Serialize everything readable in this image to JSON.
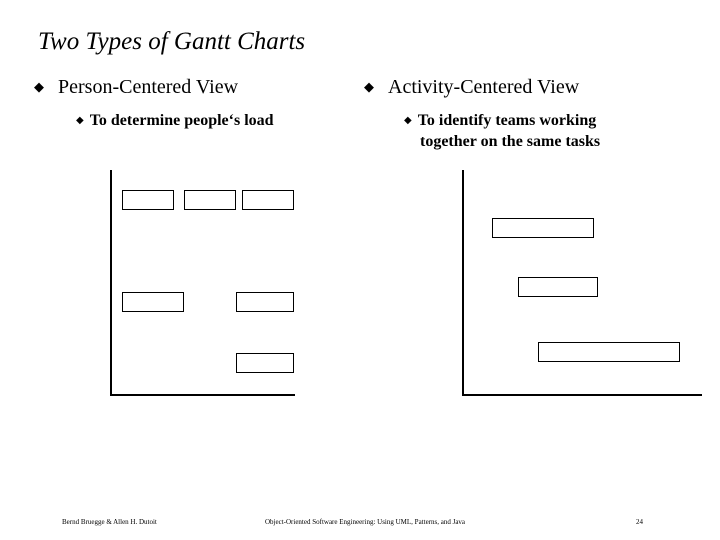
{
  "slide": {
    "title": "Two Types of Gantt Charts",
    "left": {
      "bullet": "Person-Centered View",
      "sub": "To determine people‘s load"
    },
    "right": {
      "bullet": "Activity-Centered View",
      "sub_line1": "To identify teams working",
      "sub_line2": "together on the same tasks"
    },
    "left_chart": {
      "rows": [
        "",
        "",
        "",
        ""
      ],
      "bars": [
        {
          "label": "",
          "row": 0
        },
        {
          "label": "",
          "row": 0
        },
        {
          "label": "",
          "row": 0
        },
        {
          "label": "",
          "row": 2
        },
        {
          "label": "",
          "row": 2
        },
        {
          "label": "",
          "row": 3
        }
      ],
      "time_label": ""
    },
    "right_chart": {
      "rows": [
        "",
        "",
        ""
      ],
      "bars": [
        {
          "label": "",
          "row": 0
        },
        {
          "label": "",
          "row": 1
        },
        {
          "label": "",
          "row": 2
        }
      ],
      "time_label": ""
    },
    "bottom_note": {
      "line1": "",
      "line2": "",
      "line3": ""
    },
    "footer": {
      "authors": "Bernd Bruegge & Allen H. Dutoit",
      "book": "Object-Oriented Software Engineering: Using UML, Patterns, and Java",
      "page": "24"
    }
  },
  "colors": {
    "text": "#000000",
    "background": "#ffffff"
  },
  "icons": {
    "bullet": "diamond-icon",
    "sub_bullet": "square-icon"
  }
}
